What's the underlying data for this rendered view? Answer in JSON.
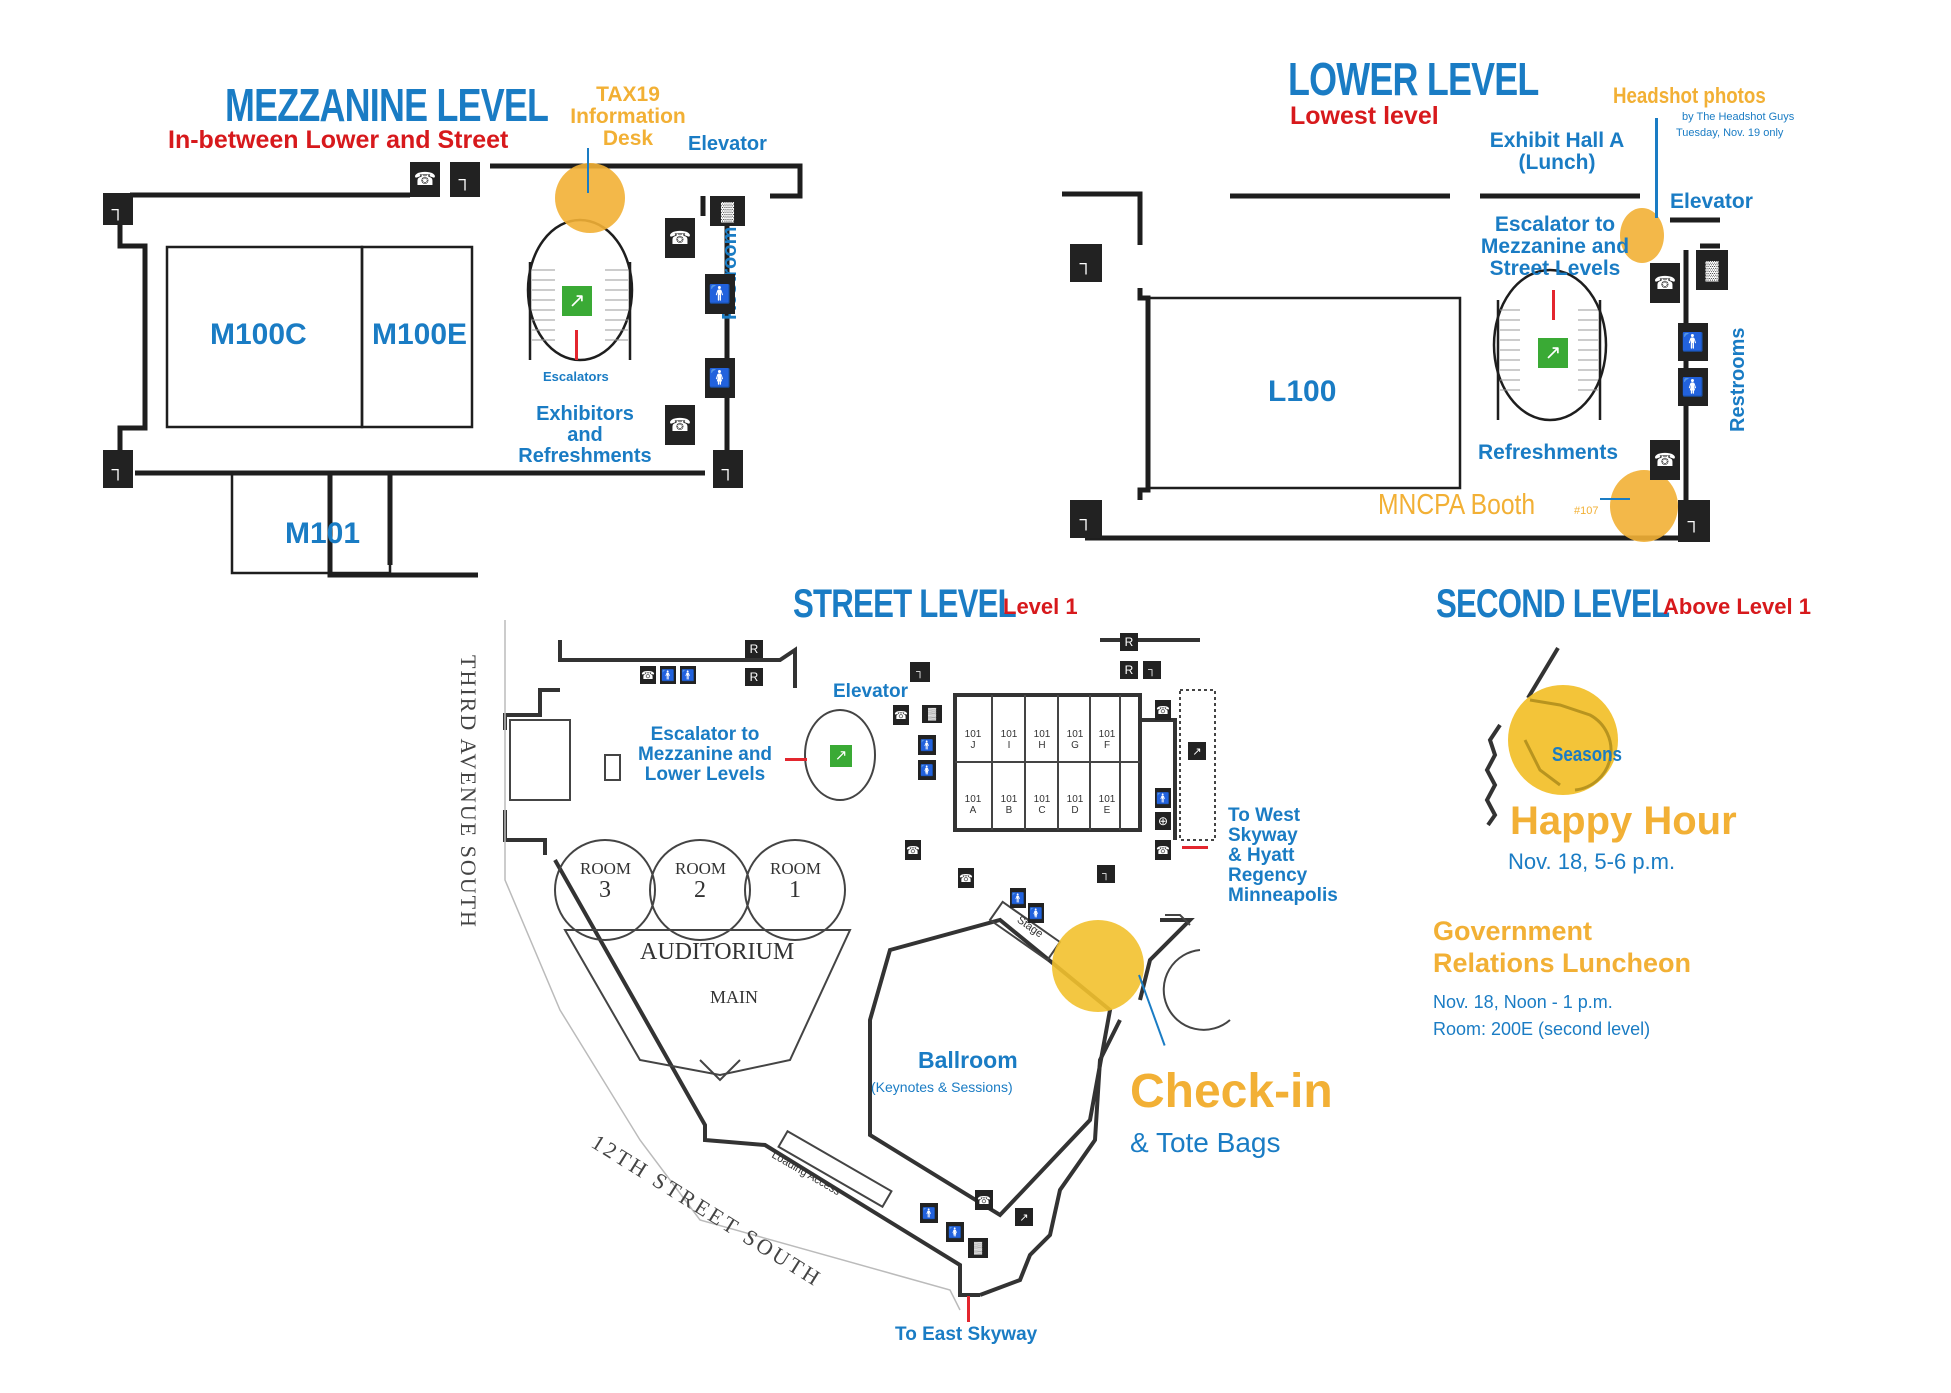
{
  "colors": {
    "title_blue": "#1a7cc4",
    "subtitle_red": "#d7191c",
    "highlight_orange": "#f2b035",
    "escalator_green": "#3aaa35",
    "wall": "#1e1e1e"
  },
  "mezzanine": {
    "title": "MEZZANINE LEVEL",
    "subtitle": "In-between Lower and Street",
    "info_desk": [
      "TAX19",
      "Information",
      "Desk"
    ],
    "elevator": "Elevator",
    "rooms": [
      "M100C",
      "M100E",
      "M101"
    ],
    "escalators": "Escalators",
    "exhibitors": [
      "Exhibitors",
      "and",
      "Refreshments"
    ],
    "restrooms": "Restrooms"
  },
  "lower": {
    "title": "LOWER LEVEL",
    "subtitle": "Lowest level",
    "headshot_title": "Headshot photos",
    "headshot_by": "by The Headshot Guys",
    "headshot_date": "Tuesday, Nov. 19 only",
    "exhibit_hall": [
      "Exhibit Hall A",
      "(Lunch)"
    ],
    "elevator": "Elevator",
    "escalator": [
      "Escalator to",
      "Mezzanine and",
      "Street Levels"
    ],
    "room": "L100",
    "restrooms": "Restrooms",
    "refreshments": "Refreshments",
    "booth": "MNCPA Booth",
    "booth_number": "#107"
  },
  "street": {
    "title": "STREET LEVEL",
    "subtitle": "Level 1",
    "elevator": "Elevator",
    "escalator": [
      "Escalator to",
      "Mezzanine and",
      "Lower Levels"
    ],
    "avenue": "THIRD AVENUE SOUTH",
    "street_12th": "12TH STREET SOUTH",
    "rooms": [
      {
        "label": "ROOM",
        "num": "3"
      },
      {
        "label": "ROOM",
        "num": "2"
      },
      {
        "label": "ROOM",
        "num": "1"
      }
    ],
    "auditorium": "AUDITORIUM",
    "auditorium_main": "MAIN",
    "booths_top": [
      "J",
      "I",
      "H",
      "G",
      "F"
    ],
    "booths_bottom": [
      "A",
      "B",
      "C",
      "D",
      "E"
    ],
    "booth_prefix": "101",
    "restroom_marker": "R",
    "west_skyway": [
      "To West",
      "Skyway",
      "& Hyatt",
      "Regency",
      "Minneapolis"
    ],
    "stage": "Stage",
    "ballroom": "Ballroom",
    "ballroom_sub": "(Keynotes & Sessions)",
    "checkin": "Check-in",
    "tote": "& Tote Bags",
    "loading": "Loading Access",
    "east_skyway": "To East Skyway"
  },
  "second": {
    "title": "SECOND LEVEL",
    "subtitle": "Above Level 1",
    "seasons": "Seasons",
    "happy_hour": "Happy Hour",
    "happy_hour_time": "Nov. 18, 5-6 p.m.",
    "luncheon": [
      "Government",
      "Relations Luncheon"
    ],
    "luncheon_time": "Nov. 18, Noon - 1 p.m.",
    "luncheon_room": "Room: 200E (second level)"
  }
}
